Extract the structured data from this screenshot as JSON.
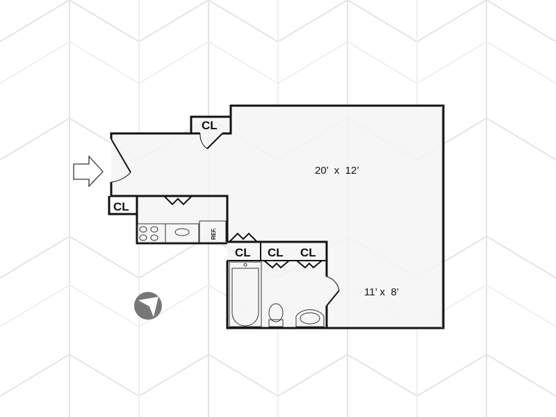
{
  "plan": {
    "closet_label": "CL",
    "closets": [
      "CL",
      "CL",
      "CL",
      "CL",
      "CL"
    ],
    "refrigerator_label": "REF.",
    "main_room_dimensions": "20’  x  12’",
    "alcove_dimensions": "11’ x  8’"
  },
  "icons": {
    "entry": "entry-arrow-icon",
    "compass": "compass-north-icon"
  },
  "colors": {
    "wall": "#111111",
    "floor": "#f5f5f5",
    "pattern": "#e6e6e6",
    "compass": "#777777"
  }
}
